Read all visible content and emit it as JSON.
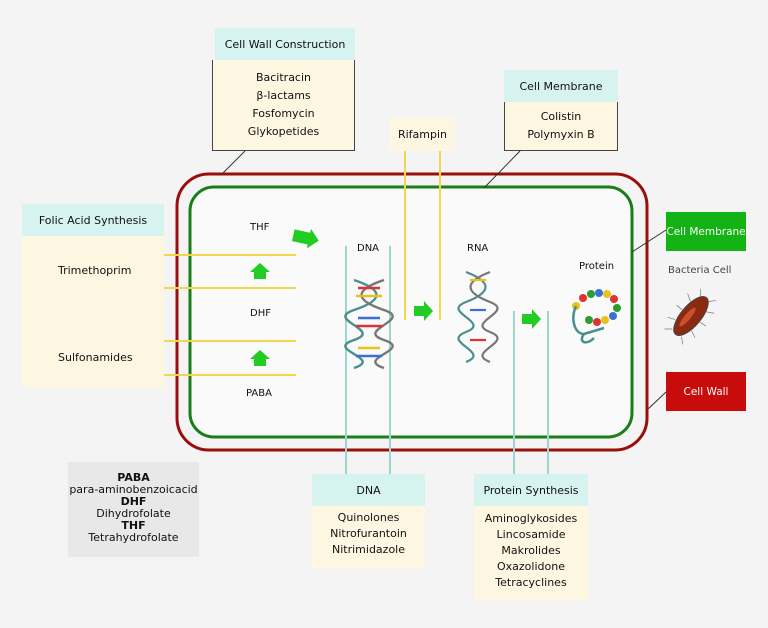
{
  "cell_wall_construction": {
    "title": "Cell Wall Construction",
    "items": [
      "Bacitracin",
      "β-lactams",
      "Fosfomycin",
      "Glykopetides"
    ]
  },
  "cell_membrane_box": {
    "title": "Cell Membrane",
    "items": [
      "Colistin",
      "Polymyxin B"
    ]
  },
  "rifampin": "Rifampin",
  "folic_acid": {
    "title": "Folic Acid Synthesis",
    "items": [
      "Trimethoprim",
      "Sulfonamides"
    ]
  },
  "pathway": {
    "thf": "THF",
    "dhf": "DHF",
    "paba": "PABA"
  },
  "molecules": {
    "dna": "DNA",
    "rna": "RNA",
    "protein": "Protein"
  },
  "bacteria_label": "Bacteria Cell",
  "buttons": {
    "cell_membrane": "Cell Membrane",
    "cell_wall": "Cell Wall"
  },
  "legend": [
    {
      "abbr": "PABA",
      "full": "para-aminobenzoicacid"
    },
    {
      "abbr": "DHF",
      "full": "Dihydrofolate"
    },
    {
      "abbr": "THF",
      "full": "Tetrahydrofolate"
    }
  ],
  "dna_box": {
    "title": "DNA",
    "items": [
      "Quinolones",
      "Nitrofurantoin",
      "Nitrimidazole"
    ]
  },
  "protein_synthesis": {
    "title": "Protein Synthesis",
    "items": [
      "Aminoglykosides",
      "Lincosamide",
      "Makrolides",
      "Oxazolidone",
      "Tetracyclines"
    ]
  },
  "colors": {
    "cell_wall": "#9b0e0e",
    "cell_membrane": "#1a7d1a",
    "header_bg": "#d6f3ef",
    "body_bg": "#fdf7e2",
    "arrow": "#22cc22",
    "yellow_line": "#f2d64b",
    "teal_line": "#9ad8cf"
  }
}
